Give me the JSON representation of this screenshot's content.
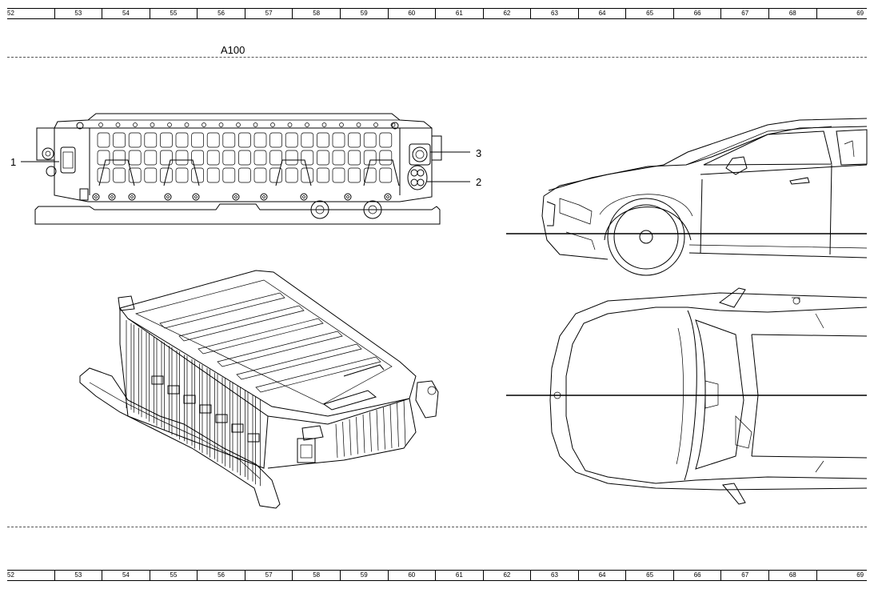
{
  "grid_numbers": [
    "52",
    "53",
    "54",
    "55",
    "56",
    "57",
    "58",
    "59",
    "60",
    "61",
    "62",
    "63",
    "64",
    "65",
    "66",
    "67",
    "68",
    "69"
  ],
  "component_id": "A100",
  "callouts": [
    {
      "label": "1"
    },
    {
      "label": "3"
    },
    {
      "label": "2"
    }
  ]
}
